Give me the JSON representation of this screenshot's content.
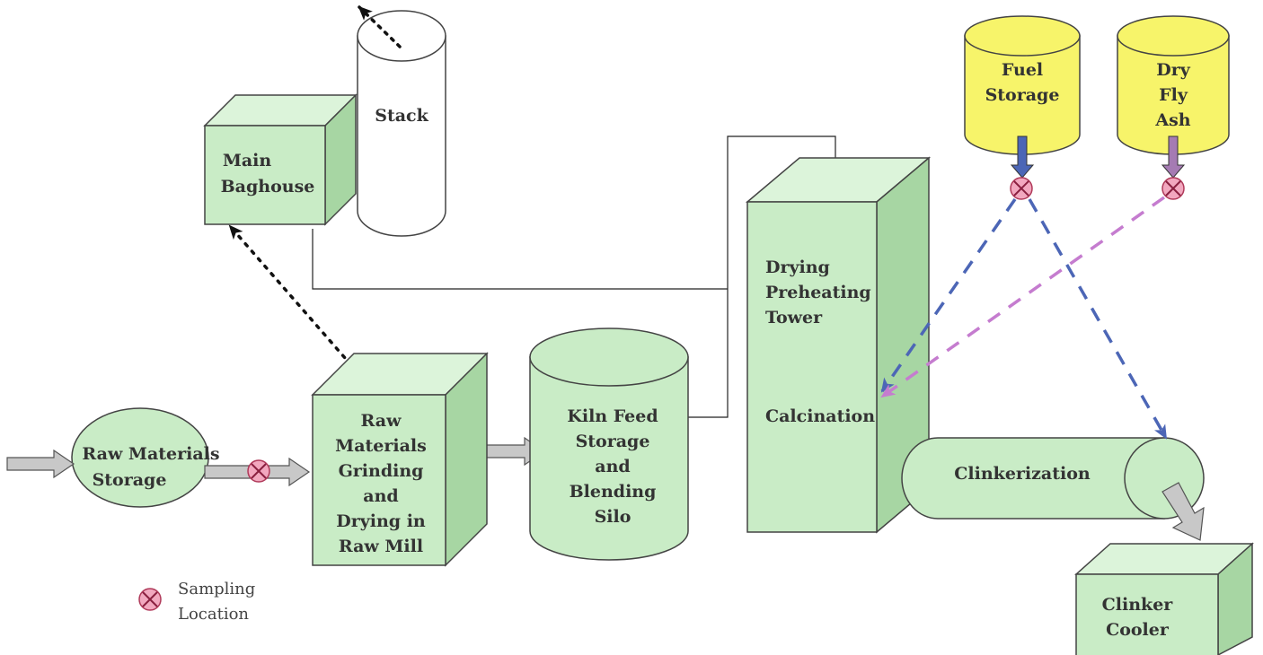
{
  "colors": {
    "box_front": "#c9ecc6",
    "box_side": "#a7d6a3",
    "box_top": "#dcf4da",
    "outline": "#4a4a4a",
    "yellow": "#f7f46a",
    "blue_dash": "#4c66b6",
    "pink_dash": "#c57ccf",
    "sample_fill": "#f2a8bf",
    "arrow_gray": "#c8c8c8"
  },
  "labels": {
    "raw_materials_storage": [
      "Raw Materials",
      "Storage"
    ],
    "raw_mill": [
      "Raw",
      "Materials",
      "Grinding",
      "and",
      "Drying in",
      "Raw Mill"
    ],
    "kiln_feed": [
      "Kiln Feed",
      "Storage",
      "and",
      "Blending",
      "Silo"
    ],
    "main_baghouse": [
      "Main",
      "Baghouse"
    ],
    "stack": "Stack",
    "preheating_tower": [
      "Drying",
      "Preheating",
      "Tower"
    ],
    "calcination": "Calcination",
    "clinkerization": "Clinkerization",
    "clinker_cooler": [
      "Clinker",
      "Cooler"
    ],
    "fuel_storage": [
      "Fuel",
      "Storage"
    ],
    "dry_fly_ash": [
      "Dry",
      "Fly",
      "Ash"
    ],
    "legend": [
      "Sampling",
      "Location"
    ]
  },
  "icons": {
    "sampling": "circle-x-icon"
  }
}
